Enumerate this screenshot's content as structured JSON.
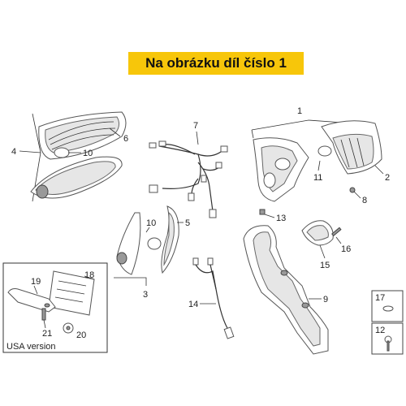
{
  "banner": {
    "text": "Na obrázku díl číslo 1"
  },
  "labels": {
    "l1": "1",
    "l2": "2",
    "l3": "3",
    "l4": "4",
    "l5": "5",
    "l6": "6",
    "l7": "7",
    "l8": "8",
    "l9": "9",
    "l10a": "10",
    "l10b": "10",
    "l11": "11",
    "l12": "12",
    "l13": "13",
    "l14": "14",
    "l15": "15",
    "l16": "16",
    "l17": "17",
    "l18": "18",
    "l19": "19",
    "l20": "20",
    "l21": "21"
  },
  "inset": {
    "caption": "USA version"
  }
}
